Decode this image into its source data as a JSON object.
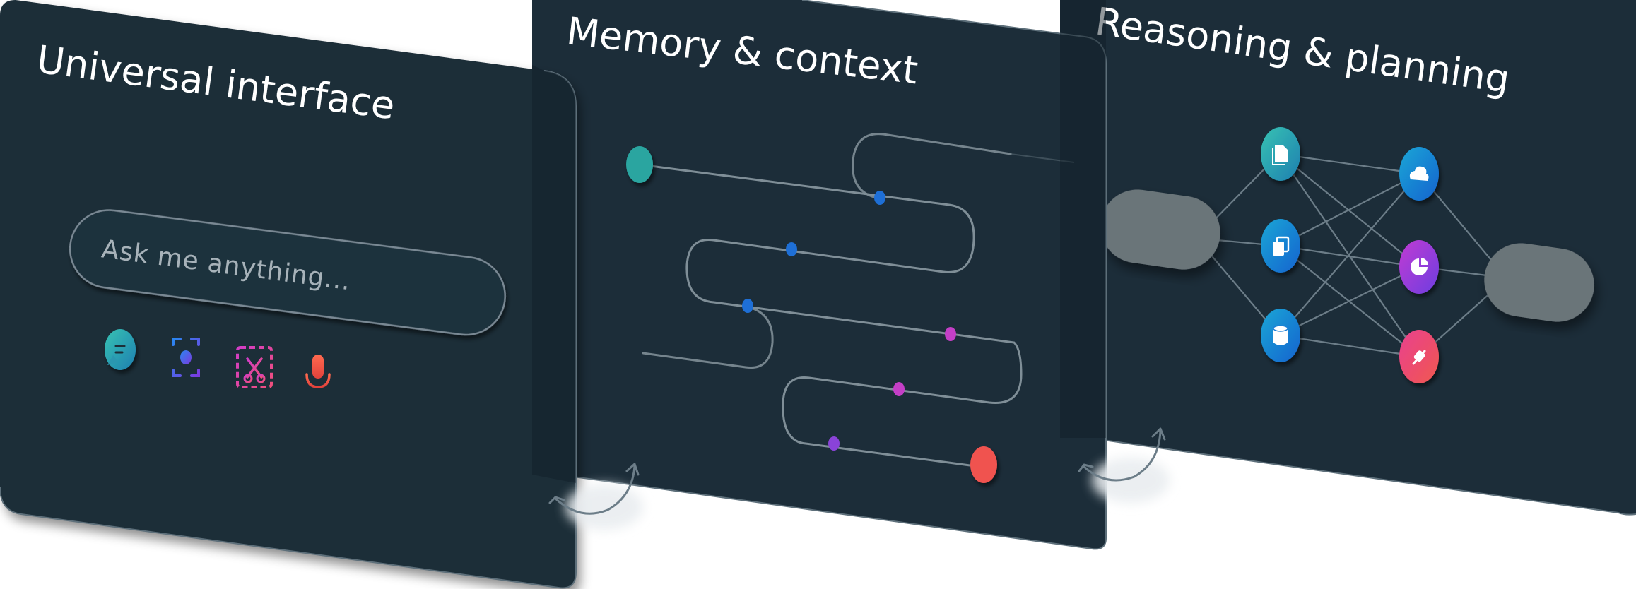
{
  "panels": [
    {
      "title": "Universal interface",
      "search": {
        "placeholder": "Ask me anything..."
      },
      "icons": [
        "chat-bubble-icon",
        "screen-capture-icon",
        "cut-clip-icon",
        "microphone-icon"
      ]
    },
    {
      "title": "Memory & context"
    },
    {
      "title": "Reasoning & planning",
      "icons": [
        "document-icon",
        "copy-icon",
        "database-icon",
        "cloud-icon",
        "pie-chart-icon",
        "plug-icon"
      ]
    }
  ],
  "colors": {
    "panel": "#1c2d39",
    "teal": "#2aa5a0",
    "blue": "#1e6fd6",
    "magenta": "#c43fc7",
    "purple": "#8a43d8",
    "red": "#f0524f",
    "pill": "#6b7479"
  }
}
